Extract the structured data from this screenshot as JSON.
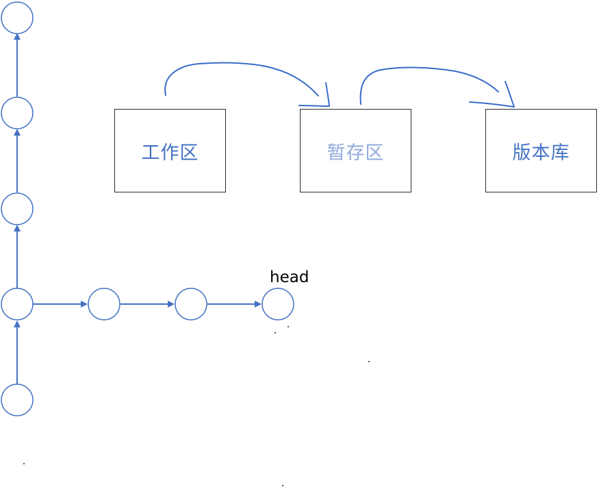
{
  "colors": {
    "node_stroke": "#4472c4",
    "edge": "#4472c4",
    "sketch_arrow": "#3a6bc8",
    "box_border": "#2b2b2b",
    "label_workspace": "#4472c4",
    "label_staging": "#8faadc",
    "label_repo": "#4472c4",
    "head_label": "#000000"
  },
  "areas": {
    "workspace": "工作区",
    "staging": "暂存区",
    "repository": "版本库"
  },
  "commit_graph": {
    "head_label": "head",
    "main_branch_commits": 5,
    "side_branch_commits": 3
  }
}
